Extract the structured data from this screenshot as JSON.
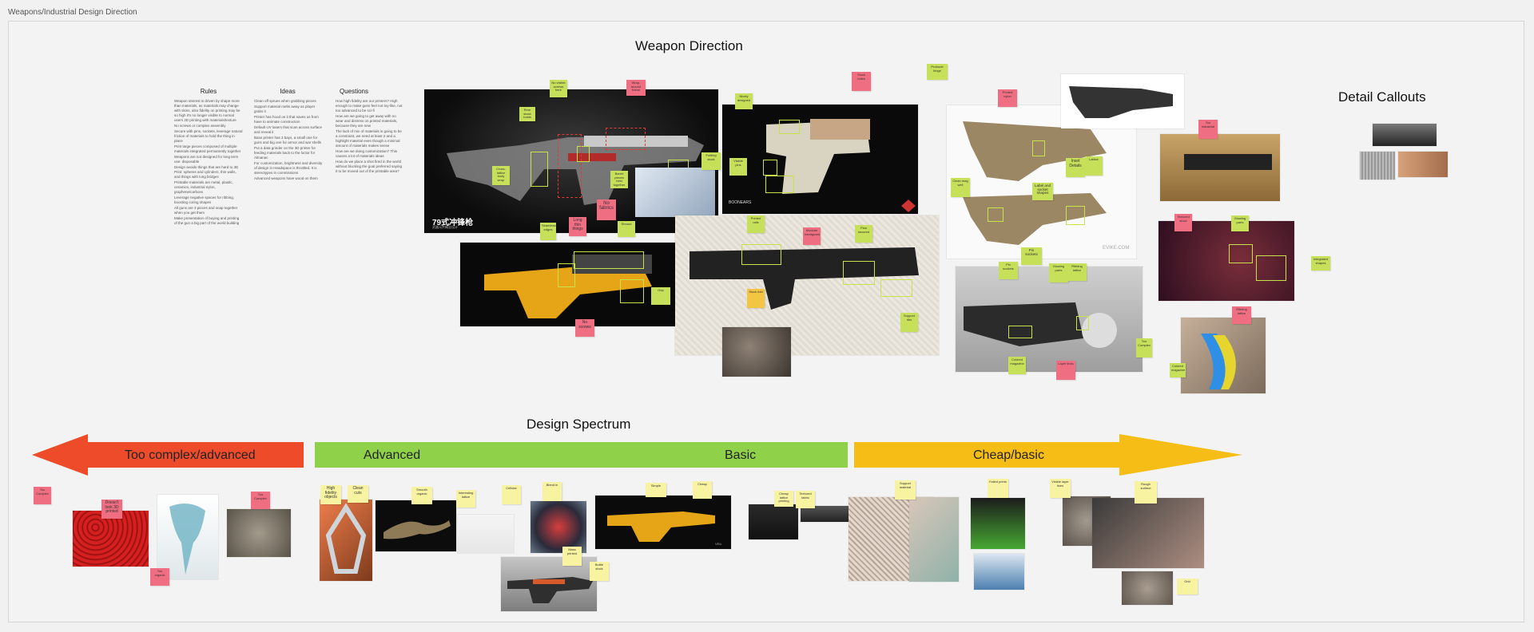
{
  "board": {
    "title": "Weapons/Industrial Design Direction"
  },
  "sections": {
    "weapon_direction": "Weapon Direction",
    "detail_callouts": "Detail Callouts",
    "design_spectrum": "Design Spectrum"
  },
  "columns": {
    "rules": {
      "title": "Rules",
      "items": [
        "Weapon interest is driven by shape more than materials, as materials may change with skins, also fidelity on printing may be so high it's no longer visible to normal users 3D printing with materials/texture",
        "No screws or complex assembly",
        "Secure with pins, sockets, leverage natural friction of materials to hold the thing in place",
        "Print large pieces composed of multiple materials integrated permanently together",
        "Weapons are not designed for long term use: disposable",
        "Design avoids things that are hard to 3D Print: spheres and cylinders, thin walls, and things with long bridges",
        "Printable materials are metal, plastic, ceramics, industrial nylon, graphene/carbons",
        "Leverage negative spaces for ribbing, boosting curing shapes",
        "All guns are 3 pieces and snap together when you get them",
        "Make presentation of buying and printing of the gun a big part of the world building"
      ]
    },
    "ideas": {
      "title": "Ideas",
      "items": [
        "Clean off sprues when grabbing pieces",
        "Support material melts away as player grabs it",
        "Printer has hood on it that saves us from have to animate construction",
        "Default UV lasers that scan across surface and reveal it",
        "Base printer has 3 bays, a small one for guns and big one for armor and war shells",
        "Put a data grinder on the 3D printer for feeding materials back to the loctor for Almanac",
        "For customization, brightness and diversity of design in Headspace is throttled. It is stereotypes in commissions",
        "Advanced weapons have wood on them"
      ]
    },
    "questions": {
      "title": "Questions",
      "items": [
        "How high fidelity are our printers? High enough to make guns feel not toy-like, not too advanced to be sci-fi",
        "How are we going to get away with no wear and distress on printed materials, because they are new",
        "The lack of mix of materials is going to be a constraint, we need at least 2 and a highlight material even though a minimal amount of materials makes sense",
        "How are we doing customization? This causes a lot of materials ideas",
        "How do we place a shot fired in the world without blocking the goal preferred saying it to be moved out of the printable area?"
      ]
    }
  },
  "images": {
    "main_gun_caption": "79式冲锋枪",
    "main_gun_subcaption": "武器元件概念设计",
    "pistol_brand": "BOONEARS",
    "evike_watermark": "EVIKE.COM",
    "spectrum_gun_watermark": "VEIL"
  },
  "notes": {
    "n1": "Cross-lattice body wrap",
    "n2": "Rear stock holds",
    "n3": "No visible screws here",
    "n4": "Wrap-around frame",
    "n5": "Folding stock",
    "n6": "Barrel pieces held together",
    "n7": "Stock holes",
    "n8": "No fabrics",
    "n9": "Long thin things",
    "n10": "Seamless edges",
    "n11": "No screws",
    "n12": "Shroud",
    "n13": "Grip",
    "n14": "Nicely designed",
    "n15": "Visible pins",
    "n16": "Printed rails",
    "n17": "Modular handguard",
    "n18": "Pins secured",
    "n19": "Stock fold",
    "n20": "Inset Details",
    "n21": "Label and socket shapes",
    "n22": "Protrude hinge",
    "n23": "Lattice",
    "n24": "Printed nylon",
    "n25": "Support ribs",
    "n26": "Clean mag well",
    "n27": "Pin sockets",
    "n28": "Integrated shapes",
    "n29": "Textured stock",
    "n30": "Too industrial",
    "n31": "Glowing parts",
    "n32": "Ribbing lattice",
    "n33": "Colored magazine",
    "n34": "Layer lines",
    "n35": "Too Complex",
    "n36": "Doesn't look 3D printed",
    "n37": "Too organic",
    "n38": "High fidelity objects",
    "n39": "Clean cuts",
    "n40": "Smooth organic",
    "n41": "Interesting lattice",
    "n42": "Cellular",
    "n43": "Blend in",
    "n44": "Simple",
    "n45": "Cheap",
    "n46": "Mass printed",
    "n47": "Bottle stock",
    "n48": "Cheap lattice printing",
    "n49": "Textured fabric",
    "n50": "Support material",
    "n51": "Failed prints",
    "n52": "Visible layer lines",
    "n53": "Rough surface",
    "n54": "Grid"
  },
  "spectrum": {
    "too_complex": "Too complex/advanced",
    "advanced": "Advanced",
    "basic": "Basic",
    "cheap": "Cheap/basic"
  },
  "colors": {
    "red_arrow": "#ee4b2b",
    "green_bar": "#8fd24a",
    "yellow_arrow": "#f6bd16",
    "sticky_green": "#c6e05a",
    "sticky_pink": "#ef6e82",
    "sticky_yellow": "#f7f3a0"
  }
}
